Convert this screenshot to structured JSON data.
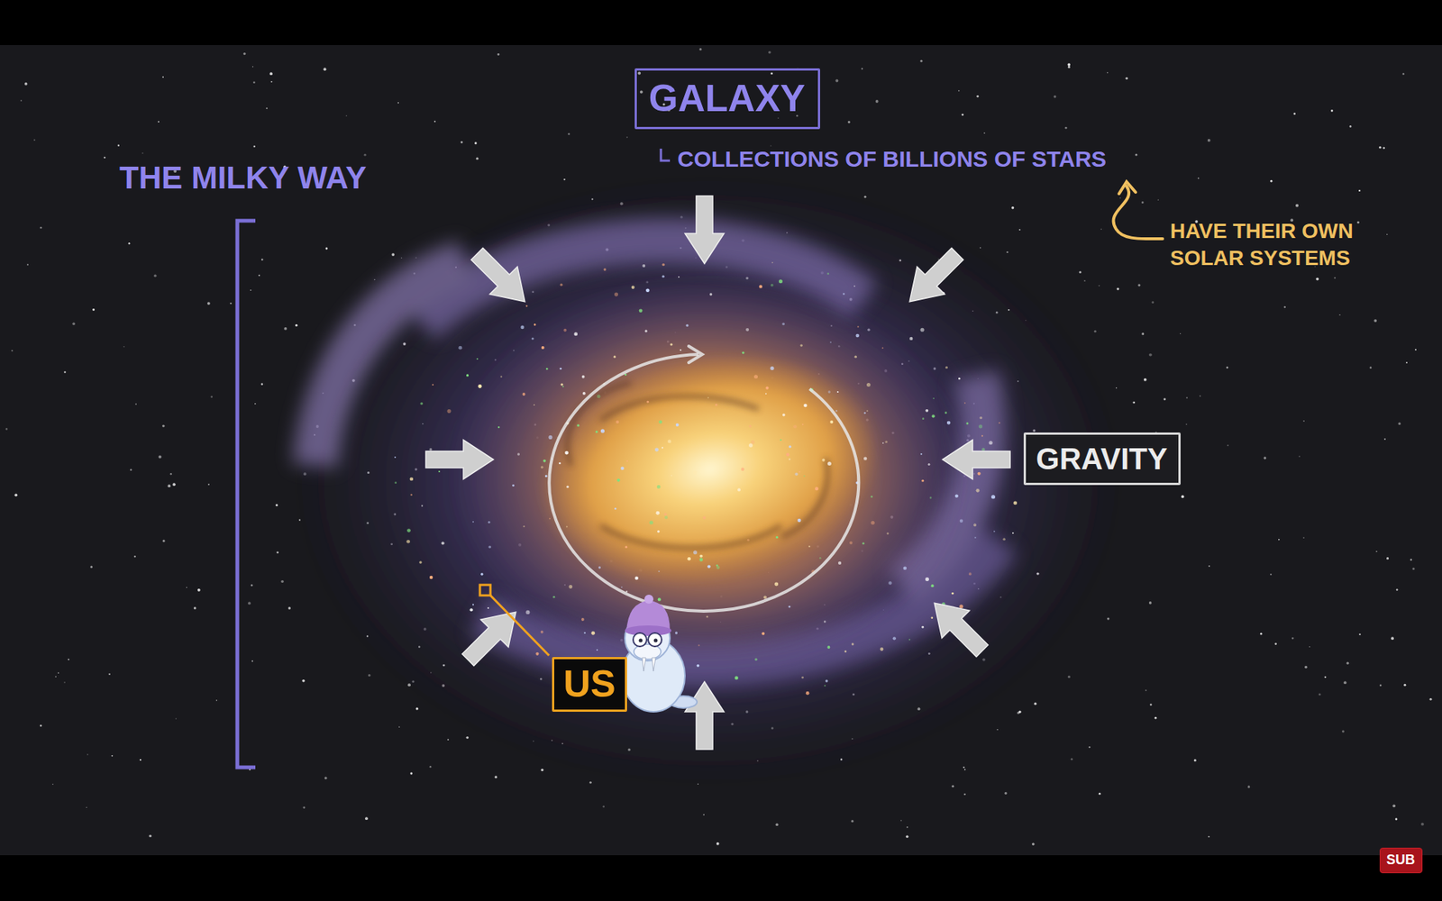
{
  "diagram": {
    "nodes": [
      {
        "text": [
          "GALAXY"
        ]
      },
      {
        "text": [
          "GRAVITY"
        ]
      },
      {
        "text": [
          "US"
        ]
      },
      {
        "text": [
          "SUB"
        ]
      }
    ],
    "labels": [
      "THE MILKY WAY",
      "COLLECTIONS OF BILLIONS OF STARS",
      "HAVE THEIR OWN SOLAR SYSTEMS"
    ]
  }
}
